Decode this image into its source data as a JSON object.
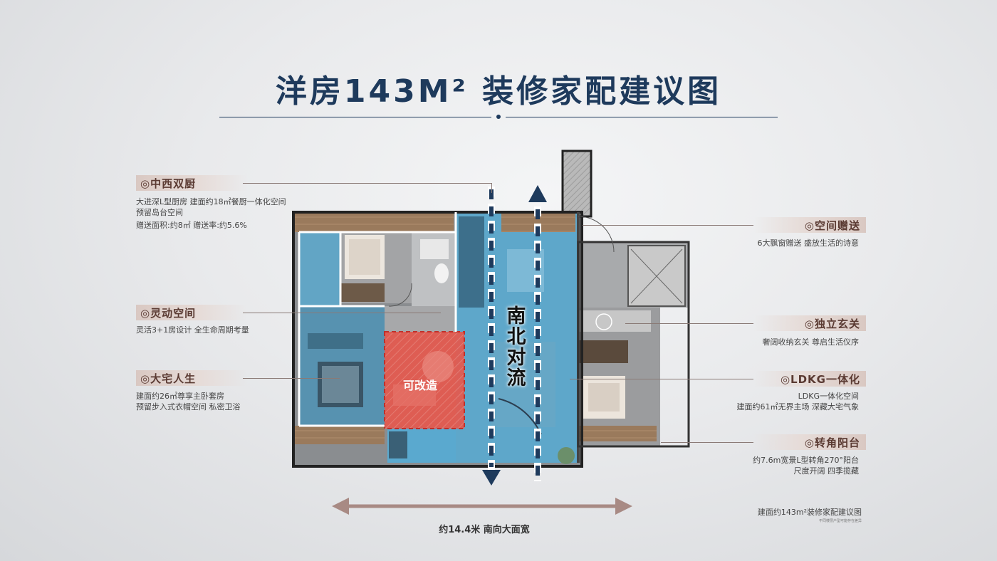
{
  "title": "洋房143M² 装修家配建议图",
  "callouts_left": [
    {
      "id": "kitchen",
      "title": "◎中西双厨",
      "lines": [
        "大进深L型厨房 建面约18㎡餐厨一体化空间",
        "预留岛台空间",
        "赠送面积:约8㎡  赠送率:约5.6%"
      ]
    },
    {
      "id": "flex",
      "title": "◎灵动空间",
      "lines": [
        "灵活3+1房设计 全生命周期考量"
      ]
    },
    {
      "id": "master",
      "title": "◎大宅人生",
      "lines": [
        "建面约26㎡尊享主卧套房",
        "预留步入式衣帽空间 私密卫浴"
      ]
    }
  ],
  "callouts_right": [
    {
      "id": "gift",
      "title": "◎空间赠送",
      "lines": [
        "6大飘窗赠送 盛放生活的诗意"
      ]
    },
    {
      "id": "entry",
      "title": "◎独立玄关",
      "lines": [
        "奢阔收纳玄关 尊启生活仪序"
      ]
    },
    {
      "id": "ldkg",
      "title": "◎LDKG一体化",
      "lines": [
        "LDKG一体化空间",
        "建面约61㎡无界主场 深藏大宅气象"
      ]
    },
    {
      "id": "balcony",
      "title": "◎转角阳台",
      "lines": [
        "约7.6m宽景L型转角270°阳台",
        "尺度开阔 四季揽藏"
      ]
    }
  ],
  "plan_labels": {
    "flow_chars": [
      "南",
      "北",
      "对",
      "流"
    ],
    "modifiable": "可改造"
  },
  "width_caption": "约14.4米 南向大面宽",
  "footnote": "建面约143m²装修家配建议图",
  "fineprint": "不同楼层户型可能存在差异",
  "colors": {
    "title_navy": "#1e3a5c",
    "blue_zone": "#5aa9cf",
    "red_zone": "#e0463e",
    "arrow_brown": "#a88a84"
  }
}
